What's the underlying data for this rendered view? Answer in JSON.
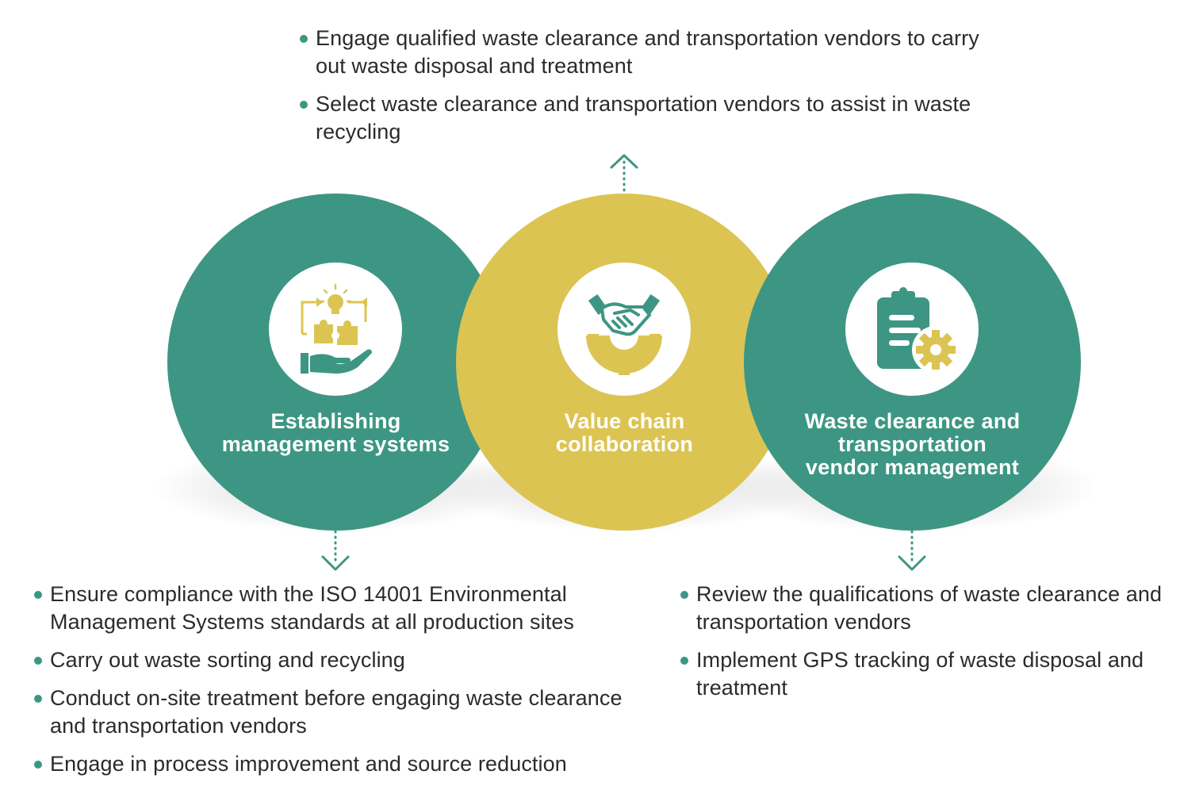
{
  "colors": {
    "green": "#3d9683",
    "gold": "#dcc453",
    "text": "#2b2b2b",
    "white": "#ffffff"
  },
  "circles": [
    {
      "id": "management",
      "label": "Establishing\nmanagement systems",
      "color": "green",
      "icon": "lightbulb-puzzle-hand-icon"
    },
    {
      "id": "collaboration",
      "label": "Value chain\ncollaboration",
      "color": "gold",
      "icon": "handshake-gear-icon"
    },
    {
      "id": "vendor",
      "label": "Waste clearance and\ntransportation\nvendor management",
      "color": "green",
      "icon": "clipboard-gear-icon"
    }
  ],
  "top_items": [
    "Engage qualified waste clearance and transportation vendors to carry out waste disposal and treatment",
    "Select waste clearance and transportation vendors to assist in waste recycling"
  ],
  "left_items": [
    "Ensure compliance with the ISO 14001 Environmental Management Systems standards at all production sites",
    "Carry out waste sorting and recycling",
    "Conduct on-site treatment before engaging waste clearance and transportation vendors",
    "Engage in process improvement and source reduction"
  ],
  "right_items": [
    "Review the qualifications of waste clearance and transportation vendors",
    "Implement GPS tracking of waste disposal and treatment"
  ]
}
